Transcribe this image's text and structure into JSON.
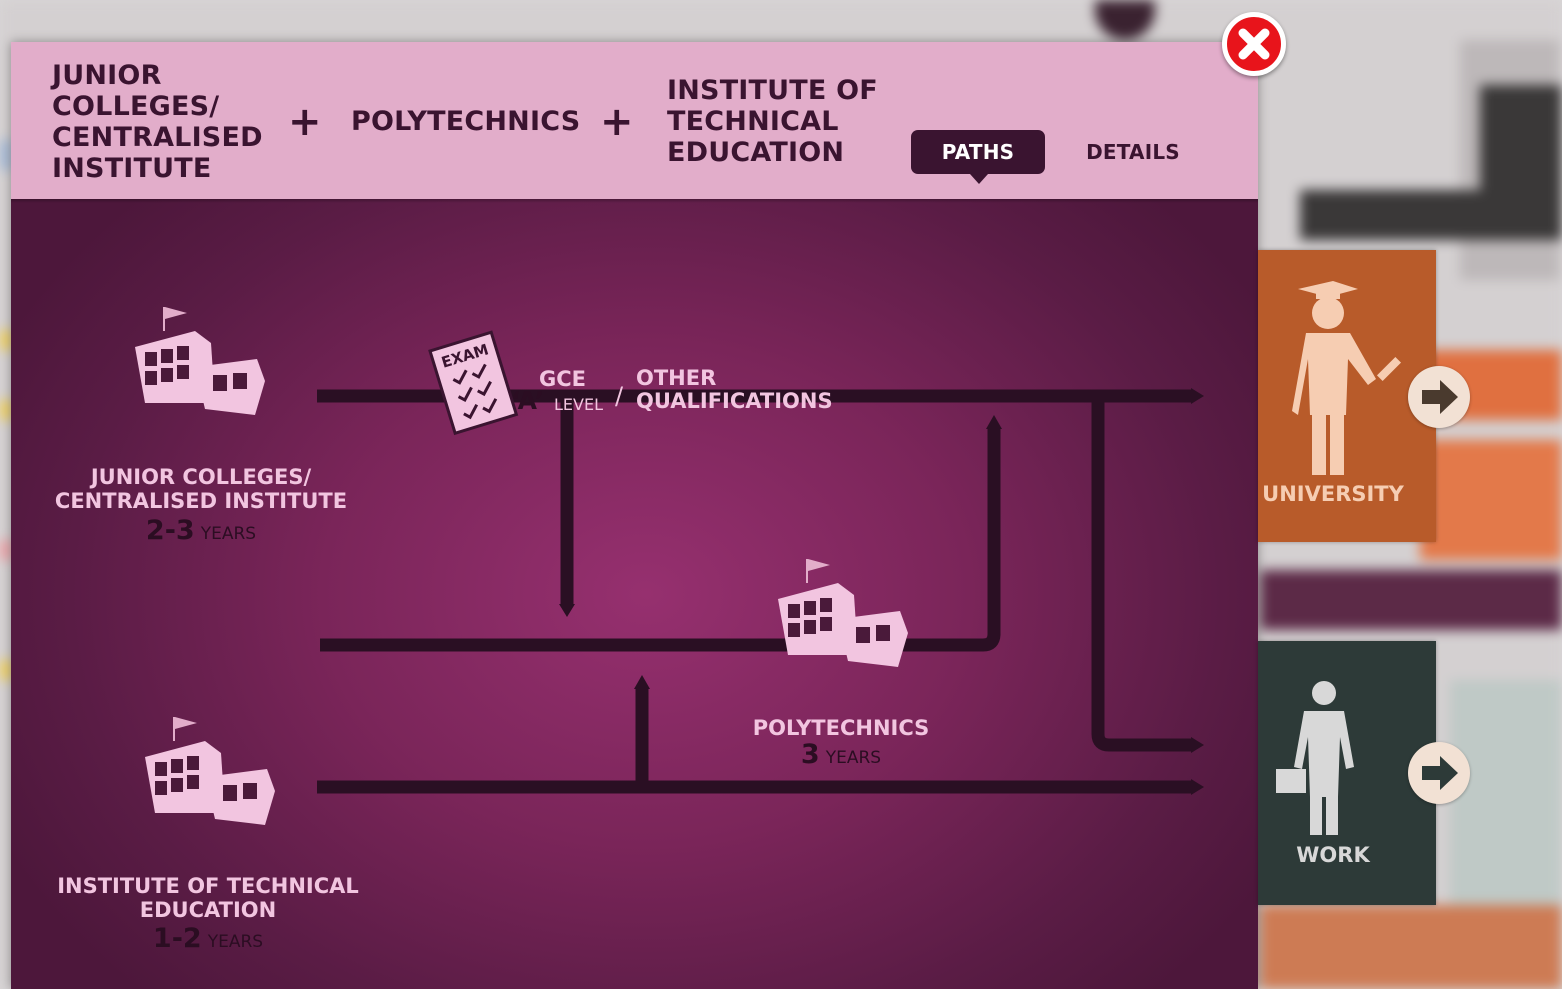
{
  "header": {
    "jc_lines": [
      "JUNIOR",
      "COLLEGES/",
      "CENTRALISED",
      "INSTITUTE"
    ],
    "plus": "+",
    "poly_label": "POLYTECHNICS",
    "ite_lines": [
      "INSTITUTE OF",
      "TECHNICAL",
      "EDUCATION"
    ],
    "tabs": {
      "paths": "PATHS",
      "details": "DETAILS"
    },
    "active_tab": "PATHS"
  },
  "paths": {
    "exam_icon_text": "EXAM",
    "gce": {
      "top": "GCE",
      "a": "‘A’",
      "level": "LEVEL",
      "slash": "/",
      "other_line1": "OTHER",
      "other_line2": "QUALIFICATIONS"
    },
    "jc": {
      "line1": "JUNIOR COLLEGES/",
      "line2": "CENTRALISED INSTITUTE",
      "years_num": "2-3",
      "years_unit": "YEARS"
    },
    "poly": {
      "line1": "POLYTECHNICS",
      "years_num": "3",
      "years_unit": "YEARS"
    },
    "ite": {
      "line1": "INSTITUTE OF TECHNICAL",
      "line2": "EDUCATION",
      "years_num": "1-2",
      "years_unit": "YEARS"
    }
  },
  "destinations": {
    "university": {
      "label": "UNIVERSITY",
      "color": "#b85b2a"
    },
    "work": {
      "label": "WORK",
      "color": "#2d3a38"
    }
  },
  "colors": {
    "header_bg": "#e2adca",
    "dark": "#3a1430",
    "path_bg_center": "#96306f",
    "path_line": "#2a0f23",
    "close": "#e8141b"
  }
}
